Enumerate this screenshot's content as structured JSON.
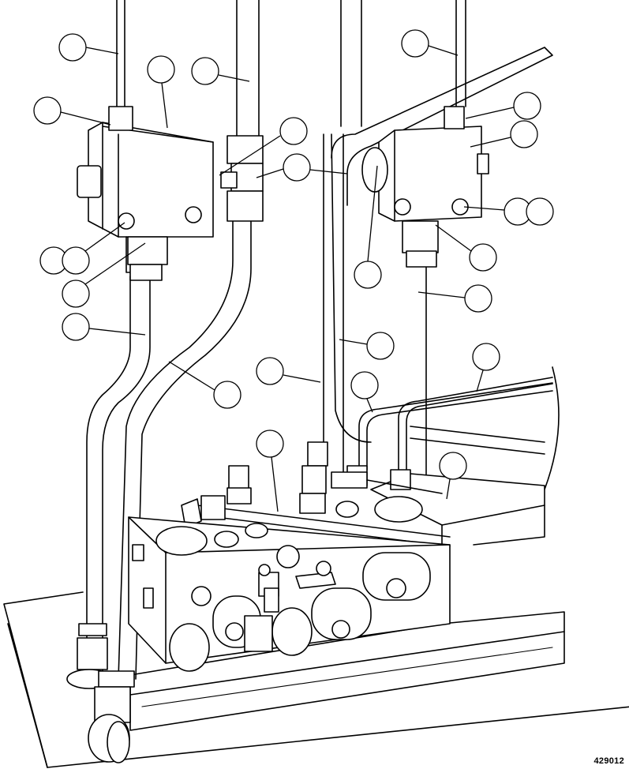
{
  "figure": {
    "number": "429012"
  },
  "callouts": [
    {
      "id": "c01"
    },
    {
      "id": "c02"
    },
    {
      "id": "c03"
    },
    {
      "id": "c04"
    },
    {
      "id": "c05"
    },
    {
      "id": "c06"
    },
    {
      "id": "c07"
    },
    {
      "id": "c08"
    },
    {
      "id": "c09"
    },
    {
      "id": "c10"
    },
    {
      "id": "c11"
    },
    {
      "id": "c12"
    },
    {
      "id": "c13"
    },
    {
      "id": "c14"
    },
    {
      "id": "c15"
    },
    {
      "id": "c16"
    },
    {
      "id": "c17"
    },
    {
      "id": "c18"
    },
    {
      "id": "c19"
    },
    {
      "id": "c20"
    },
    {
      "id": "c21"
    },
    {
      "id": "c22"
    },
    {
      "id": "c23"
    },
    {
      "id": "c24"
    },
    {
      "id": "c25"
    },
    {
      "id": "c26"
    },
    {
      "id": "c27"
    }
  ]
}
